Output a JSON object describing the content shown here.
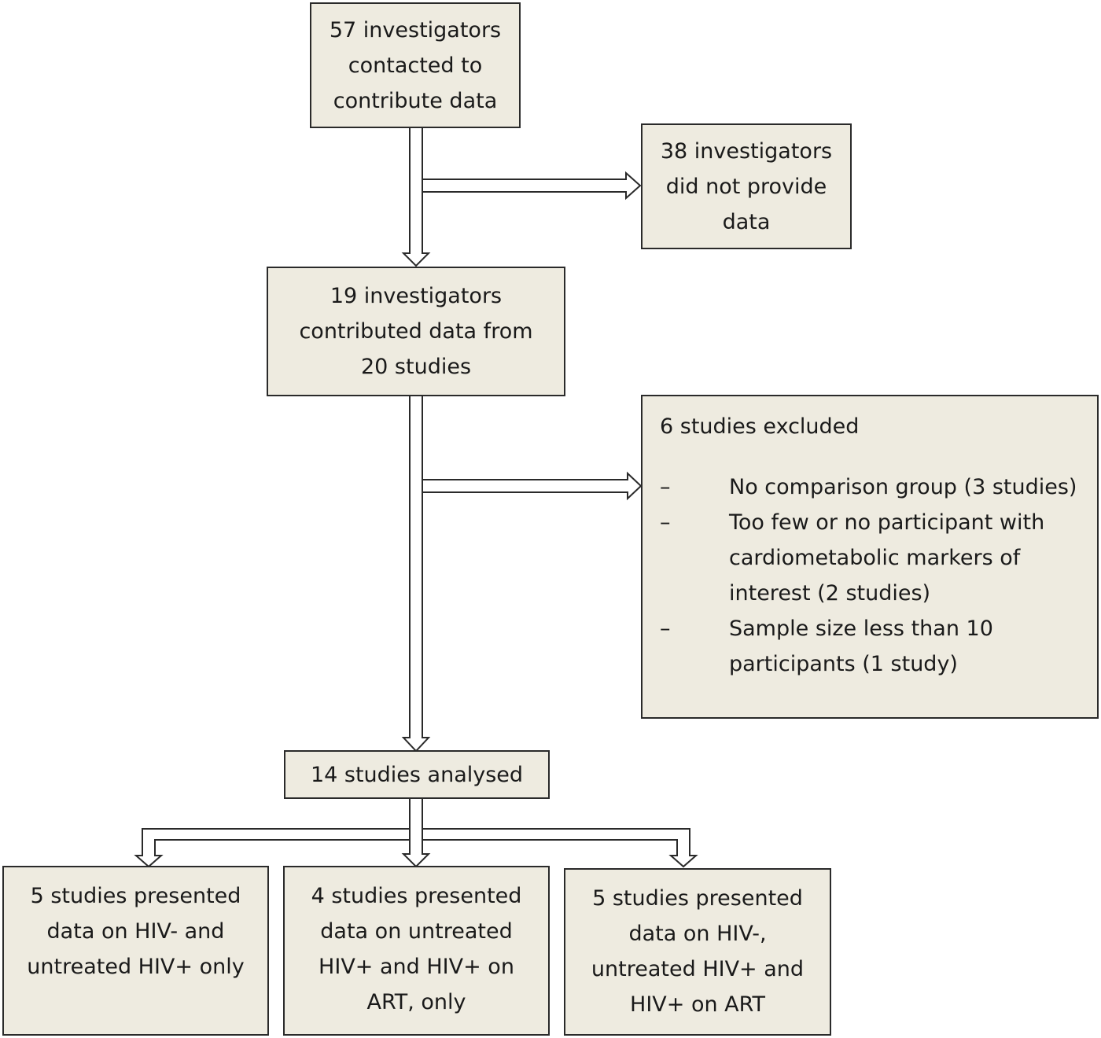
{
  "boxes": {
    "contacted": [
      "57 investigators",
      "contacted to",
      "contribute data"
    ],
    "not_provided": [
      "38 investigators",
      "did not provide",
      "data"
    ],
    "contributed": [
      "19 investigators",
      "contributed data from",
      "20 studies"
    ],
    "excluded": {
      "title": "6 studies excluded",
      "items": [
        {
          "bullet": "–",
          "lines": [
            "No comparison group (3 studies)"
          ]
        },
        {
          "bullet": "–",
          "lines": [
            "Too few or no participant with",
            "cardiometabolic markers of",
            "interest (2 studies)"
          ]
        },
        {
          "bullet": "–",
          "lines": [
            "Sample size less than 10",
            "participants (1 study)"
          ]
        }
      ]
    },
    "analysed": [
      "14 studies analysed"
    ],
    "group_a": [
      "5 studies presented",
      "data on HIV- and",
      "untreated HIV+  only"
    ],
    "group_b": [
      "4 studies presented",
      "data on untreated",
      "HIV+ and HIV+ on",
      "ART, only"
    ],
    "group_c": [
      "5 studies  presented",
      "data on HIV-,",
      "untreated HIV+ and",
      "HIV+ on ART"
    ]
  },
  "colors": {
    "box_fill": "#eeebe0",
    "border": "#2a2a2a",
    "text": "#1a1a1a"
  }
}
